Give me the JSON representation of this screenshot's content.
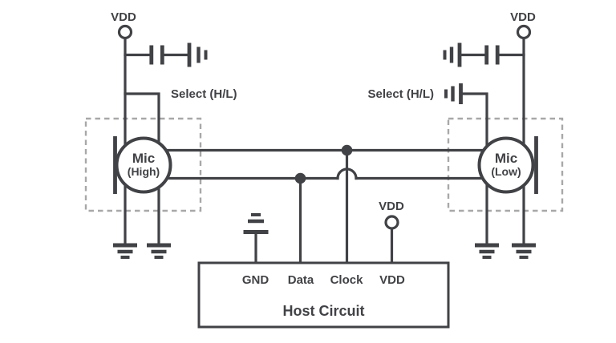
{
  "colors": {
    "stroke": "#414246",
    "dashed_box": "#a8a8a8",
    "background": "#ffffff"
  },
  "left_mic": {
    "vdd_label": "VDD",
    "select_label": "Select (H/L)",
    "name_line1": "Mic",
    "name_line2": "(High)"
  },
  "right_mic": {
    "vdd_label": "VDD",
    "select_label": "Select (H/L)",
    "name_line1": "Mic",
    "name_line2": "(Low)"
  },
  "host": {
    "vdd_label": "VDD",
    "pins": [
      "GND",
      "Data",
      "Clock",
      "VDD"
    ],
    "title": "Host Circuit"
  }
}
